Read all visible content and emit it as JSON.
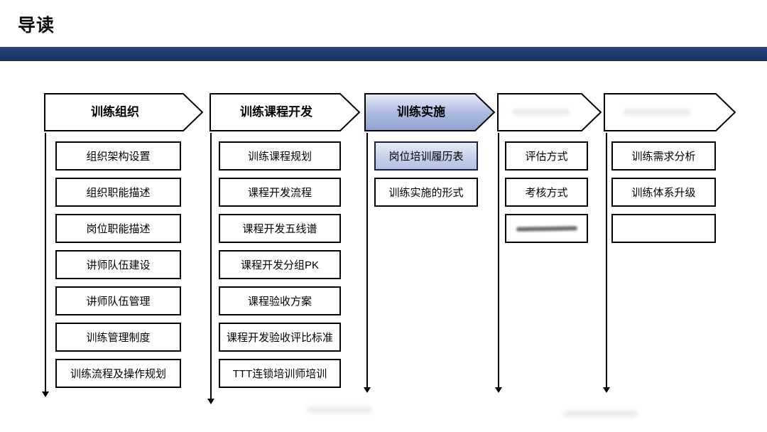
{
  "page": {
    "title": "导读"
  },
  "colors": {
    "divider_bar": "#1e3a6c",
    "header_highlight_gradient": [
      "#e9eef9",
      "#aebce2",
      "#8fa3cf"
    ],
    "item_highlight_gradient": [
      "#e8ecf7",
      "#b3c1e3"
    ],
    "border": "#000000"
  },
  "columns": [
    {
      "header": "训练组织",
      "items": [
        "组织架构设置",
        "组织职能描述",
        "岗位职能描述",
        "讲师队伍建设",
        "讲师队伍管理",
        "训练管理制度",
        "训练流程及操作规划"
      ]
    },
    {
      "header": "训练课程开发",
      "items": [
        "训练课程规划",
        "课程开发流程",
        "课程开发五线谱",
        "课程开发分组PK",
        "课程验收方案",
        "课程开发验收评比标准",
        "TTT连锁培训师培训"
      ]
    },
    {
      "header": "训练实施",
      "items": [
        "岗位培训履历表",
        "训练实施的形式"
      ]
    },
    {
      "header": "",
      "items": [
        "评估方式",
        "考核方式",
        ""
      ]
    },
    {
      "header": "",
      "items": [
        "训练需求分析",
        "训练体系升级",
        ""
      ]
    }
  ]
}
